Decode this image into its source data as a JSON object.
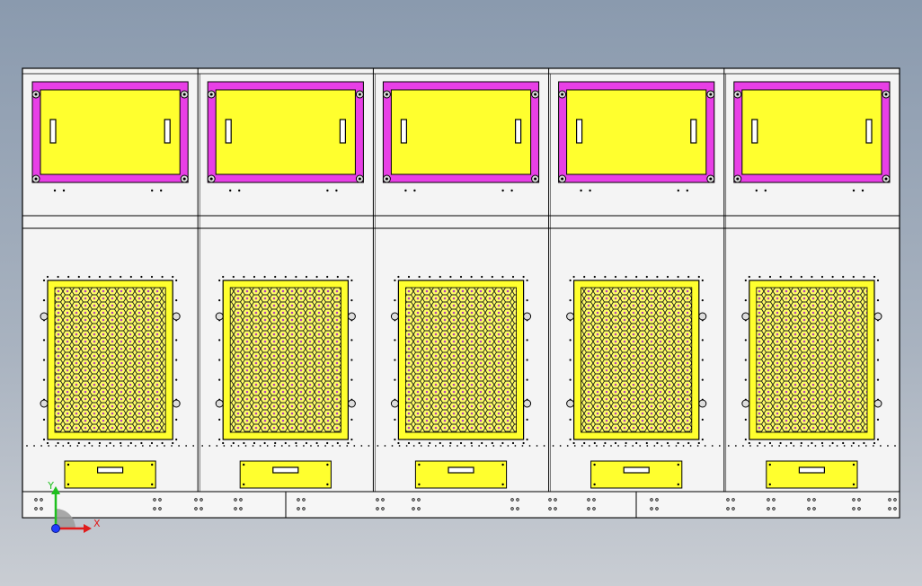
{
  "view": {
    "background_top": "#8a9aae",
    "background_bottom": "#c9cdd3"
  },
  "cabinet": {
    "panel_count": 5,
    "frame_color": "#f4f4f4",
    "line_color": "#000000",
    "door_fill": "#ffff2e",
    "door_border": "#e83fe6",
    "grille_fill": "#ffff2e",
    "mesh_colors": [
      "#2a2a2a",
      "#c050c8"
    ]
  },
  "triad": {
    "x_label": "X",
    "y_label": "Y",
    "x_color": "#e01b1b",
    "y_color": "#1ec01e",
    "z_color": "#1f3cff",
    "icon": "coordinate-triad-icon"
  }
}
